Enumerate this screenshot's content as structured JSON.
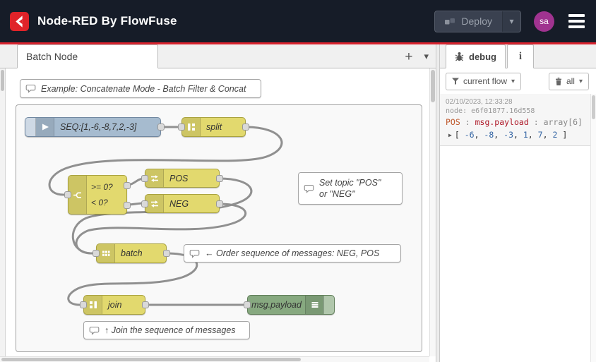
{
  "colors": {
    "accent-red": "#d9232e",
    "header-bg": "#161c28",
    "node-inject": "#a6bbcf",
    "node-function": "#e2d96e",
    "node-debug": "#87a980",
    "wire": "#909090",
    "number-blue": "#3465a4",
    "path-red": "#ad1625"
  },
  "icons": {
    "caret_down": "▾",
    "plus": "+",
    "expand": "▶",
    "info": "i"
  },
  "header": {
    "title": "Node-RED By FlowFuse",
    "deploy_label": "Deploy",
    "avatar_initials": "sa"
  },
  "workspace": {
    "tab_label": "Batch Node"
  },
  "flow": {
    "comment_top": "Example: Concatenate Mode - Batch Filter & Concat",
    "inject_label": "SEQ:[1,-6,-8,7,2,-3]",
    "split_label": "split",
    "switch_rule1": ">= 0?",
    "switch_rule2": "< 0?",
    "change_pos_label": "POS",
    "change_neg_label": "NEG",
    "comment_topic_line1": "Set topic \"POS\"",
    "comment_topic_line2": "or \"NEG\"",
    "batch_label": "batch",
    "comment_order": "← Order sequence of messages: NEG, POS",
    "join_label": "join",
    "debug_label": "msg.payload",
    "comment_join": "↑ Join the sequence of messages"
  },
  "sidebar": {
    "debug_tab_label": "debug",
    "filter_label": "current flow",
    "clear_label": "all",
    "message": {
      "timestamp": "02/10/2023, 12:33:28",
      "node_line": "node: e6f01877.16d558",
      "topic": "POS",
      "sep": ":",
      "path": "msg.payload",
      "type": "array[6]",
      "bracket_open": "[",
      "bracket_close": "]",
      "values": [
        "-6",
        "-8",
        "-3",
        "1",
        "7",
        "2"
      ]
    }
  }
}
